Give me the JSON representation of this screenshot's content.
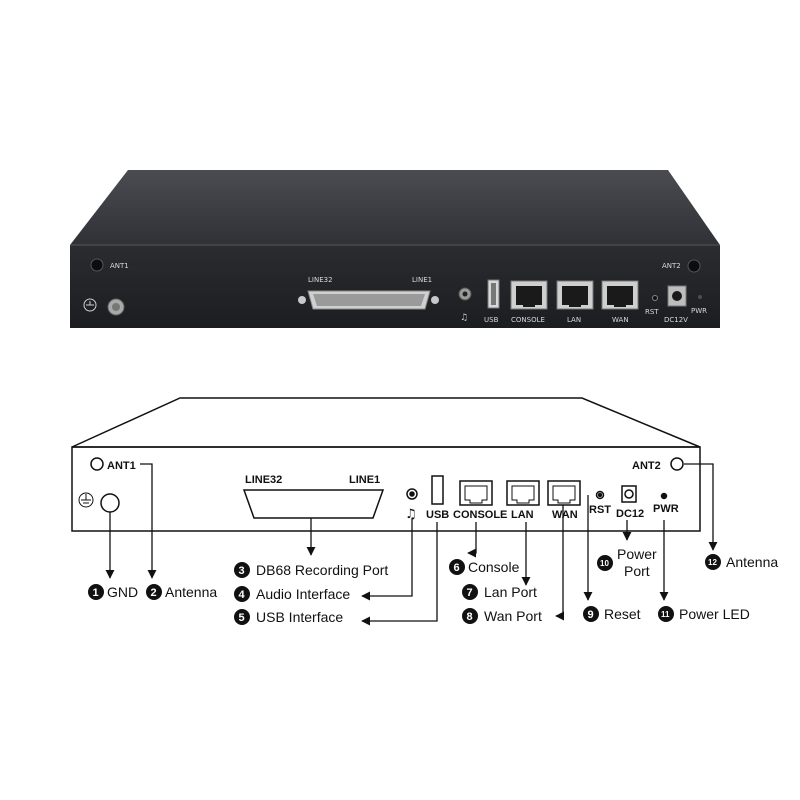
{
  "photo": {
    "labels": {
      "ant1": "ANT1",
      "ant2": "ANT2",
      "line32": "LINE32",
      "line1": "LINE1",
      "usb": "USB",
      "console": "CONSOLE",
      "lan": "LAN",
      "wan": "WAN",
      "rst": "RST",
      "dc": "DC12V",
      "pwr": "PWR"
    }
  },
  "diagram": {
    "labels": {
      "ant1": "ANT1",
      "ant2": "ANT2",
      "line32": "LINE32",
      "line1": "LINE1",
      "usb": "USB",
      "console": "CONSOLE",
      "lan": "LAN",
      "wan": "WAN",
      "rst": "RST",
      "dc12": "DC12",
      "pwr": "PWR"
    },
    "callouts": [
      {
        "num": "1",
        "text": "GND"
      },
      {
        "num": "2",
        "text": "Antenna"
      },
      {
        "num": "3",
        "text": "DB68 Recording Port"
      },
      {
        "num": "4",
        "text": "Audio Interface"
      },
      {
        "num": "5",
        "text": "USB Interface"
      },
      {
        "num": "6",
        "text": "Console"
      },
      {
        "num": "7",
        "text": "Lan Port"
      },
      {
        "num": "8",
        "text": "Wan Port"
      },
      {
        "num": "9",
        "text": "Reset"
      },
      {
        "num": "10",
        "text_line1": "Power",
        "text_line2": "Port"
      },
      {
        "num": "11",
        "text": "Power LED"
      },
      {
        "num": "12",
        "text": "Antenna"
      }
    ]
  },
  "colors": {
    "device_body": "#2b2d31",
    "device_top": "#3a3c41",
    "line": "#111111"
  }
}
